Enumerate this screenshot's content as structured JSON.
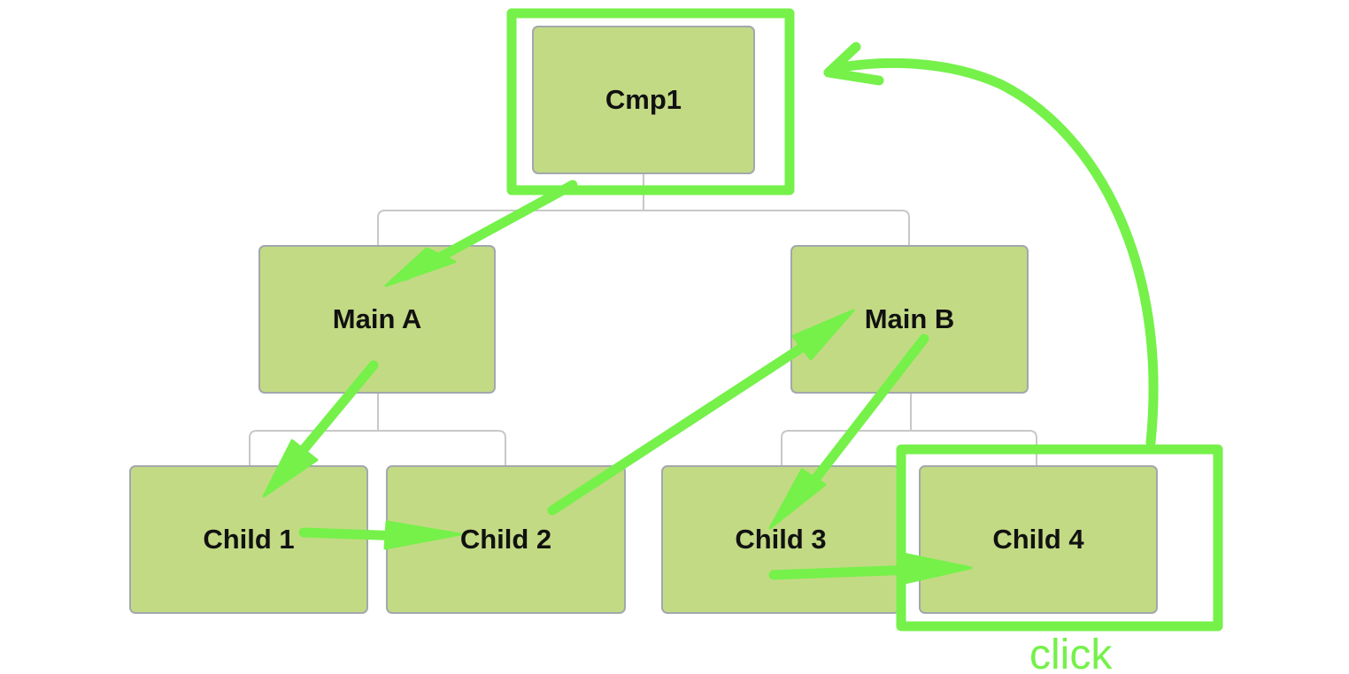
{
  "nodes": {
    "cmp1": "Cmp1",
    "main_a": "Main A",
    "main_b": "Main B",
    "child1": "Child 1",
    "child2": "Child 2",
    "child3": "Child 3",
    "child4": "Child 4"
  },
  "annotation": {
    "click_text": "click"
  },
  "colors": {
    "node_fill": "#c3da84",
    "node_border": "#a2a8ad",
    "connector": "#c8c8c8",
    "annotation": "#75f14a"
  },
  "navigation_order": [
    "Cmp1",
    "Main A",
    "Child 1",
    "Child 2",
    "Main B",
    "Child 3",
    "Child 4",
    "Cmp1"
  ]
}
